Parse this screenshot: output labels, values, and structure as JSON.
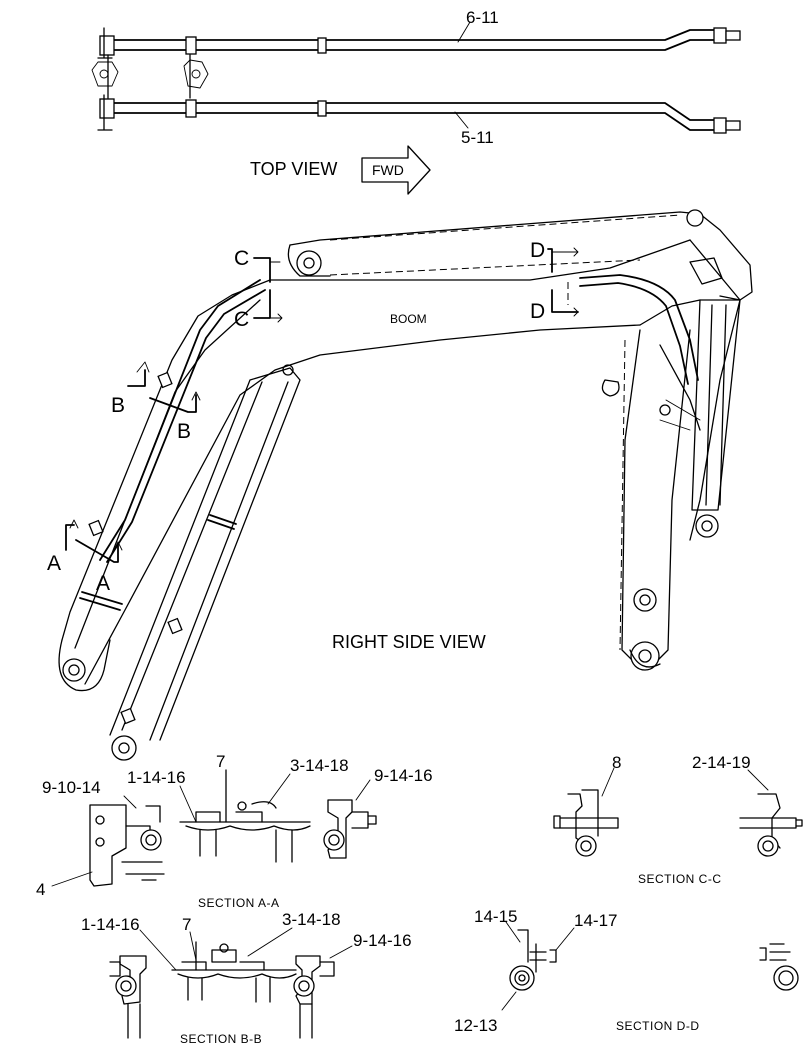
{
  "top_view": {
    "title": "TOP VIEW",
    "arrow_label": "FWD",
    "callout_upper": "6-11",
    "callout_lower": "5-11"
  },
  "side_view": {
    "title": "RIGHT SIDE VIEW",
    "component_label": "BOOM",
    "section_markers": {
      "c": "C",
      "d": "D",
      "b": "B",
      "a": "A"
    }
  },
  "section_aa": {
    "title": "SECTION A-A",
    "callouts": [
      "9-10-14",
      "1-14-16",
      "7",
      "3-14-18",
      "9-14-16",
      "4"
    ]
  },
  "section_bb": {
    "title": "SECTION B-B",
    "callouts": [
      "1-14-16",
      "7",
      "3-14-18",
      "9-14-16"
    ]
  },
  "section_cc": {
    "title": "SECTION C-C",
    "callouts": [
      "8",
      "2-14-19"
    ]
  },
  "section_dd": {
    "title": "SECTION D-D",
    "callouts": [
      "14-15",
      "14-17",
      "12-13"
    ]
  }
}
